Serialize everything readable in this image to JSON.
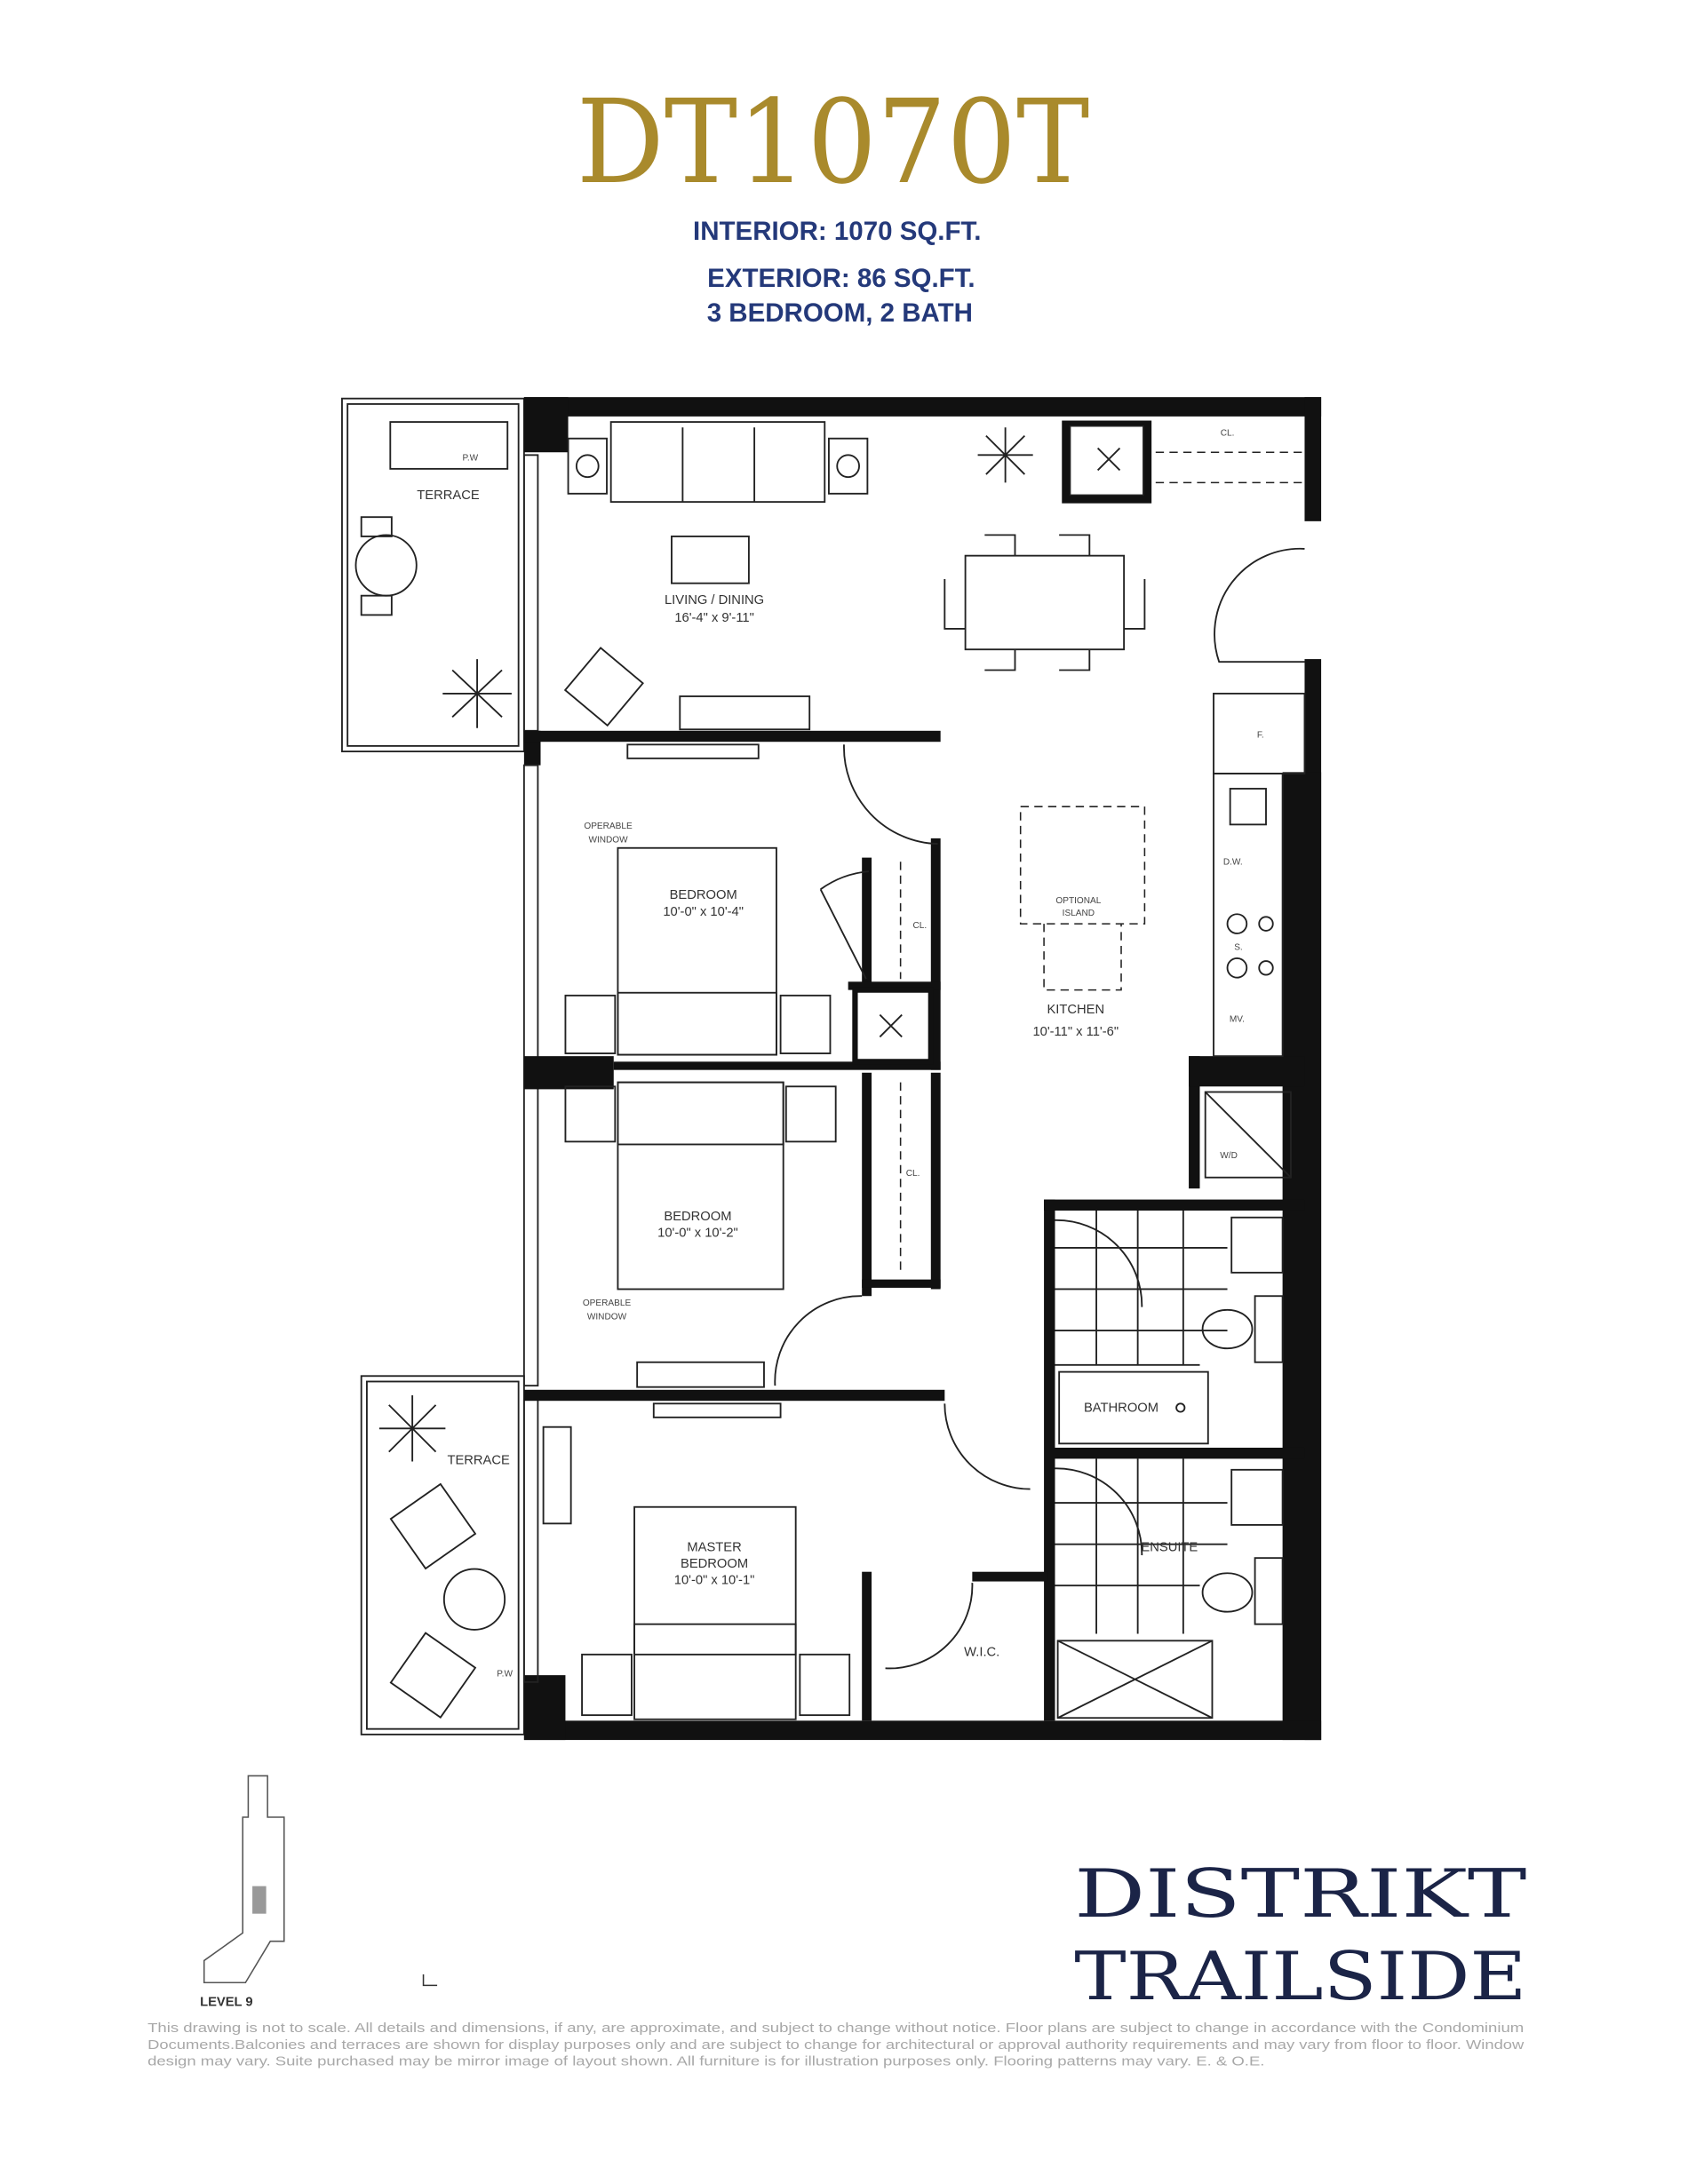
{
  "header": {
    "suite_name": "DT1070T",
    "interior": "INTERIOR: 1070 SQ.FT.",
    "exterior": "EXTERIOR:  86  SQ.FT.",
    "rooms_summary": "3 BEDROOM, 2 BATH"
  },
  "rooms": {
    "terrace_top": "TERRACE",
    "terrace_bottom": "TERRACE",
    "living_name": "LIVING / DINING",
    "living_dim": "16'-4\" x 9'-11\"",
    "bedroom1_name": "BEDROOM",
    "bedroom1_dim": "10'-0\" x 10'-4\"",
    "bedroom2_name": "BEDROOM",
    "bedroom2_dim": "10'-0\" x 10'-2\"",
    "master_name_1": "MASTER",
    "master_name_2": "BEDROOM",
    "master_dim": "10'-0\" x 10'-1\"",
    "kitchen_name": "KITCHEN",
    "kitchen_dim": "10'-11\" x 11'-6\"",
    "island_1": "OPTIONAL",
    "island_2": "ISLAND",
    "bathroom": "BATHROOM",
    "ensuite": "ENSUITE",
    "wic": "W.I.C.",
    "wd": "W/D",
    "closet": "CL.",
    "fridge": "F.",
    "dishwasher": "D.W.",
    "stove": "S.",
    "microwave": "MV.",
    "pw": "P.W",
    "operable_1": "OPERABLE",
    "operable_2": "WINDOW"
  },
  "keyplan": {
    "level": "LEVEL 9"
  },
  "brand": {
    "line1": "DISTRIKT",
    "line2": "TRAILSIDE"
  },
  "disclaimer": [
    "This drawing is not to scale. All details and dimensions, if any, are approximate, and subject to change without notice. Floor plans are subject to change in accordance with the Condominium",
    "Documents.Balconies and terraces are shown for display purposes only and are subject to change for architectural or approval authority requirements and may vary from floor to floor. Window",
    "design may vary. Suite purchased may be mirror image of layout shown. All furniture is for illustration purposes only. Flooring patterns may vary. E. & O.E."
  ],
  "colors": {
    "gold": "#A98A2C",
    "navy": "#24397A",
    "logo_navy": "#1B2447"
  }
}
